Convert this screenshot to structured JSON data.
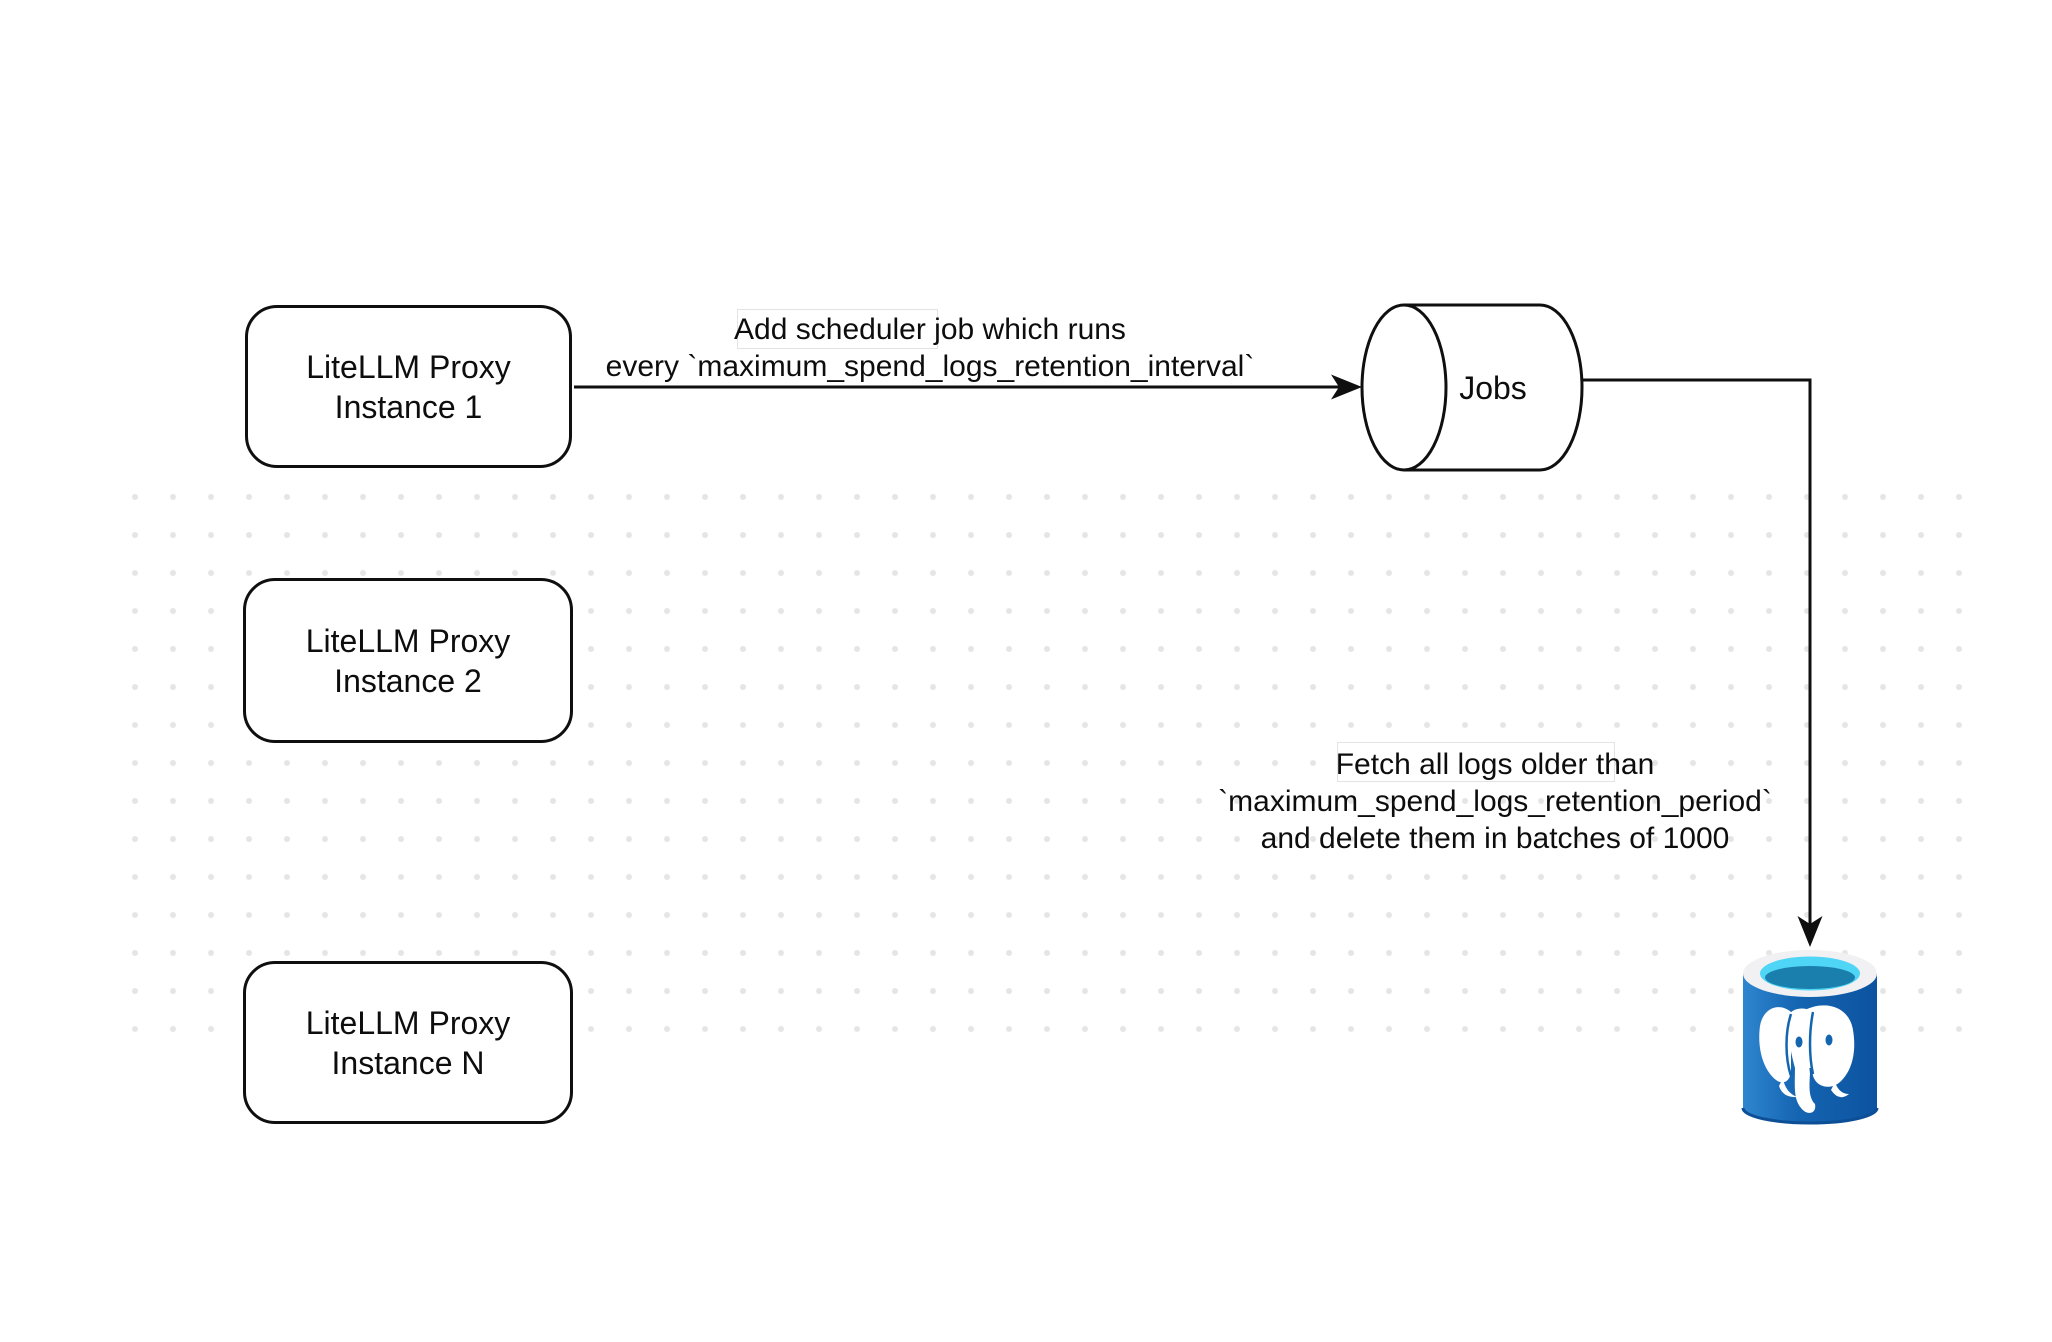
{
  "diagram": {
    "nodes": {
      "instance1": {
        "line1": "LiteLLM Proxy",
        "line2": "Instance 1"
      },
      "instance2": {
        "line1": "LiteLLM Proxy",
        "line2": "Instance 2"
      },
      "instanceN": {
        "line1": "LiteLLM Proxy",
        "line2": "Instance N"
      },
      "jobs": {
        "label": "Jobs"
      },
      "postgres": {
        "icon": "postgresql-database"
      }
    },
    "edges": {
      "scheduler_job": {
        "line1": "Add scheduler job which runs",
        "line2": "every `maximum_spend_logs_retention_interval`"
      },
      "fetch_delete": {
        "line1": "Fetch all logs older than",
        "line2": "`maximum_spend_logs_retention_period`",
        "line3": "and delete them in batches of 1000"
      }
    },
    "colors": {
      "stroke": "#0f0f0f",
      "background": "#ffffff",
      "dot_grid": "#e5e5e5",
      "postgres_body_light": "#2f86cf",
      "postgres_body_dark": "#0c53a0",
      "postgres_rim": "#f1f1f3",
      "postgres_opening_cyan": "#4fd5f5",
      "postgres_opening_teal": "#1b7fae",
      "postgres_elephant": "#ffffff"
    }
  }
}
